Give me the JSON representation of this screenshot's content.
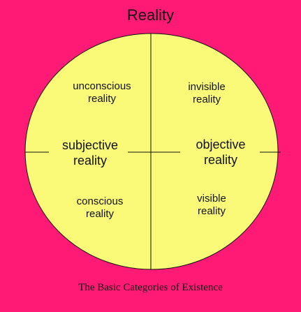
{
  "title": "Reality",
  "caption": "The Basic Categories of Existence",
  "quadrants": {
    "top_left": [
      "unconscious",
      "reality"
    ],
    "top_right": [
      "invisible",
      "reality"
    ],
    "bottom_left": [
      "conscious",
      "reality"
    ],
    "bottom_right": [
      "visible",
      "reality"
    ]
  },
  "halves": {
    "left": [
      "subjective",
      "reality"
    ],
    "right": [
      "objective",
      "reality"
    ]
  },
  "colors": {
    "background": "#ff1a75",
    "circle_fill": "#fafa78",
    "line": "#111111"
  }
}
